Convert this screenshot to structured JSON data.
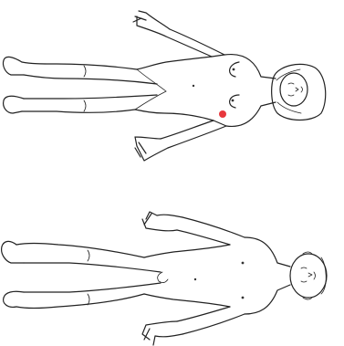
{
  "figures": [
    {
      "id": "female-outline",
      "orientation": "rotated-supine-head-right"
    },
    {
      "id": "male-outline",
      "orientation": "rotated-supine-head-right"
    }
  ],
  "markers": [
    {
      "figure": "female-outline",
      "region": "left-breast-lower",
      "shape": "dot",
      "color": "#e8383d"
    }
  ],
  "colors": {
    "line": "#222222",
    "background": "#ffffff",
    "marker": "#e8383d"
  }
}
